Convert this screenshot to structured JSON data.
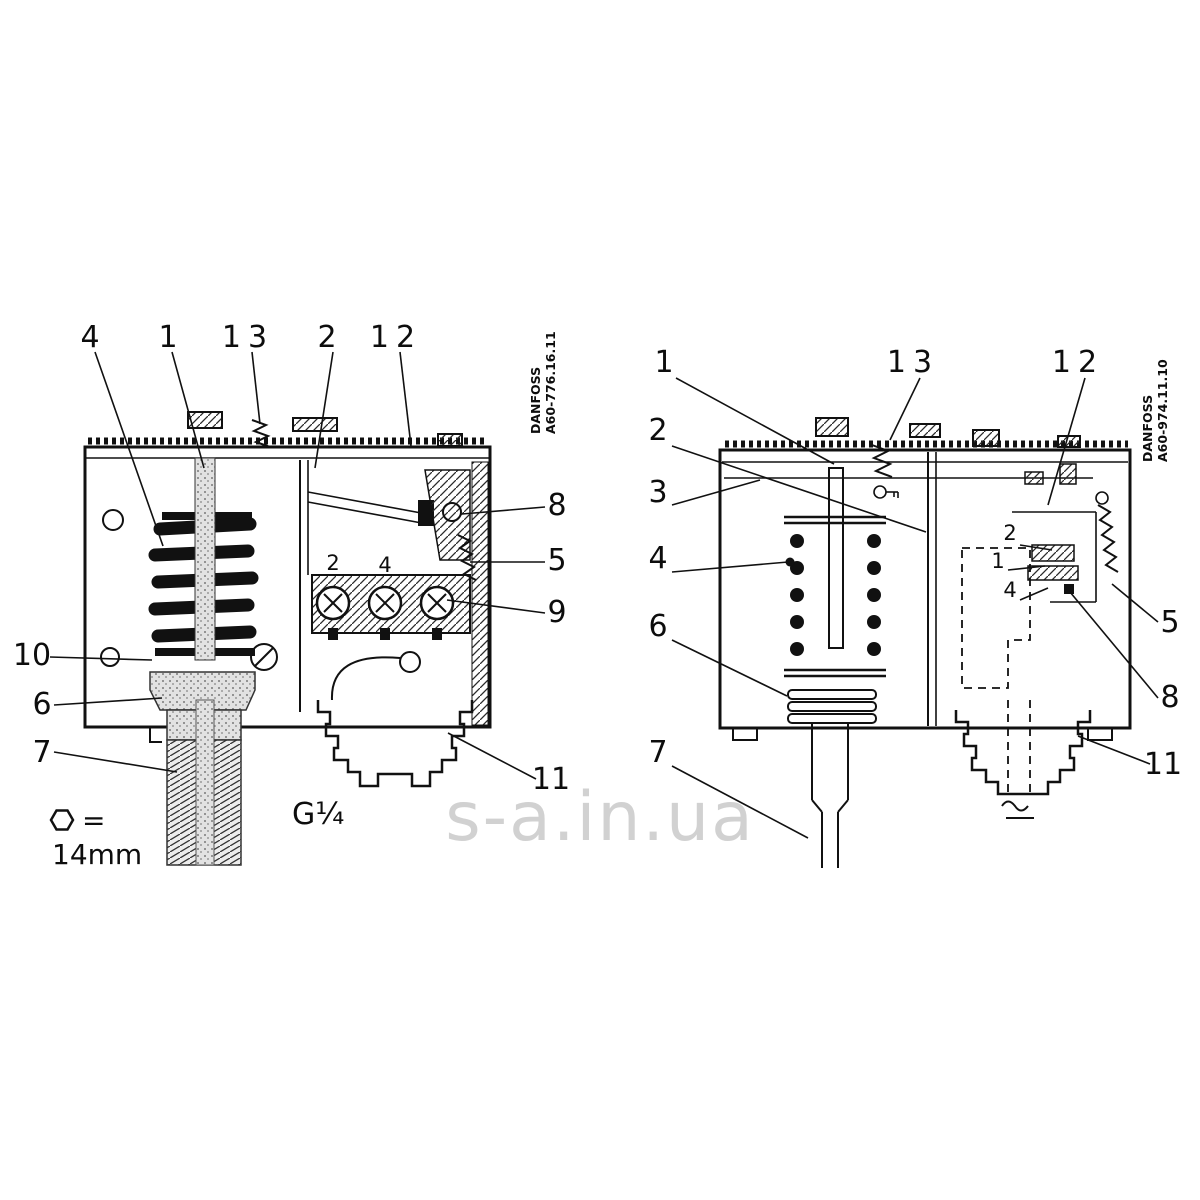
{
  "watermark": "s-a.in.ua",
  "left_device": {
    "brand": "DANFOSS",
    "part_number": "A60-776.16.11",
    "callouts": {
      "c1": "1",
      "c2": "2",
      "c4": "4",
      "c5": "5",
      "c6": "6",
      "c7": "7",
      "c8": "8",
      "c9": "9",
      "c10": "10",
      "c11": "11",
      "c12": "12",
      "c13": "13"
    },
    "terminal_labels": {
      "t2": "2",
      "t4": "4"
    },
    "annotations": {
      "hex_equals": "=",
      "hex_size": "14mm",
      "thread_size": "G¼"
    }
  },
  "right_device": {
    "brand": "DANFOSS",
    "part_number": "A60-974.11.10",
    "callouts": {
      "c1": "1",
      "c2": "2",
      "c3": "3",
      "c4": "4",
      "c5": "5",
      "c6": "6",
      "c7": "7",
      "c8": "8",
      "c11": "11",
      "c12": "12",
      "c13": "13"
    },
    "inner_callouts": {
      "c2": "2",
      "c1": "1",
      "c4": "4"
    }
  }
}
